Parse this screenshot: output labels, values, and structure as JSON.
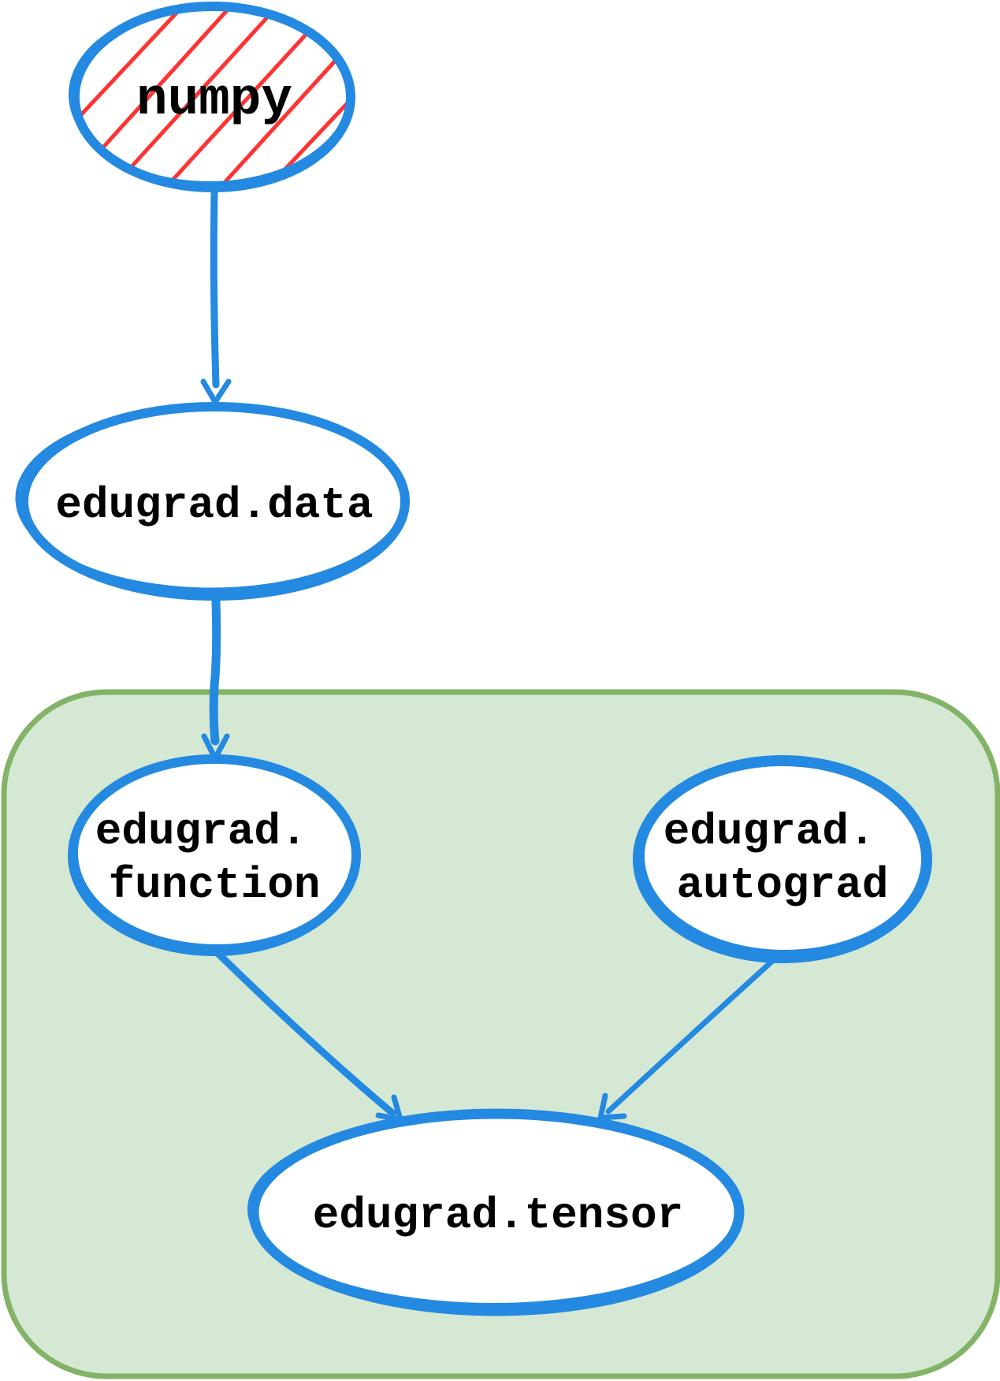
{
  "colors": {
    "node_stroke": "#2489e0",
    "node_fill": "#ffffff",
    "hatch": "#ff3333",
    "group_fill": "#d5e8d4",
    "group_stroke": "#82b366",
    "edge": "#2489e0",
    "text": "#000000"
  },
  "nodes": {
    "numpy": {
      "label": "numpy",
      "fill_style": "hatched"
    },
    "data": {
      "label": "edugrad.data"
    },
    "function": {
      "line1": "edugrad.",
      "line2": "function"
    },
    "autograd": {
      "line1": "edugrad.",
      "line2": "autograd"
    },
    "tensor": {
      "label": "edugrad.tensor"
    }
  },
  "edges": [
    {
      "from": "numpy",
      "to": "edugrad.data"
    },
    {
      "from": "edugrad.data",
      "to": "edugrad.function"
    },
    {
      "from": "edugrad.function",
      "to": "edugrad.tensor"
    },
    {
      "from": "edugrad.autograd",
      "to": "edugrad.tensor"
    }
  ]
}
